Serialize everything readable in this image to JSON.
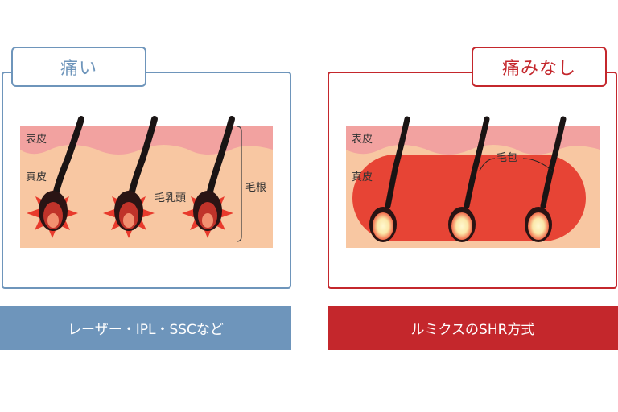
{
  "left_panel": {
    "tab_label": "痛い",
    "epidermis_label": "表皮",
    "dermis_label": "真皮",
    "papilla_label": "毛乳頭",
    "root_label": "毛根",
    "caption": "レーザー・IPL・SSCなど",
    "accent_color": "#6e95bb"
  },
  "right_panel": {
    "tab_label": "痛みなし",
    "epidermis_label": "表皮",
    "dermis_label": "真皮",
    "follicle_label": "毛包",
    "caption": "ルミクスのSHR方式",
    "accent_color": "#c4272c"
  },
  "colors": {
    "epidermis": "#f2a2a0",
    "dermis": "#f8c7a2",
    "hair": "#1a1414",
    "heat": "#e53a2c"
  }
}
